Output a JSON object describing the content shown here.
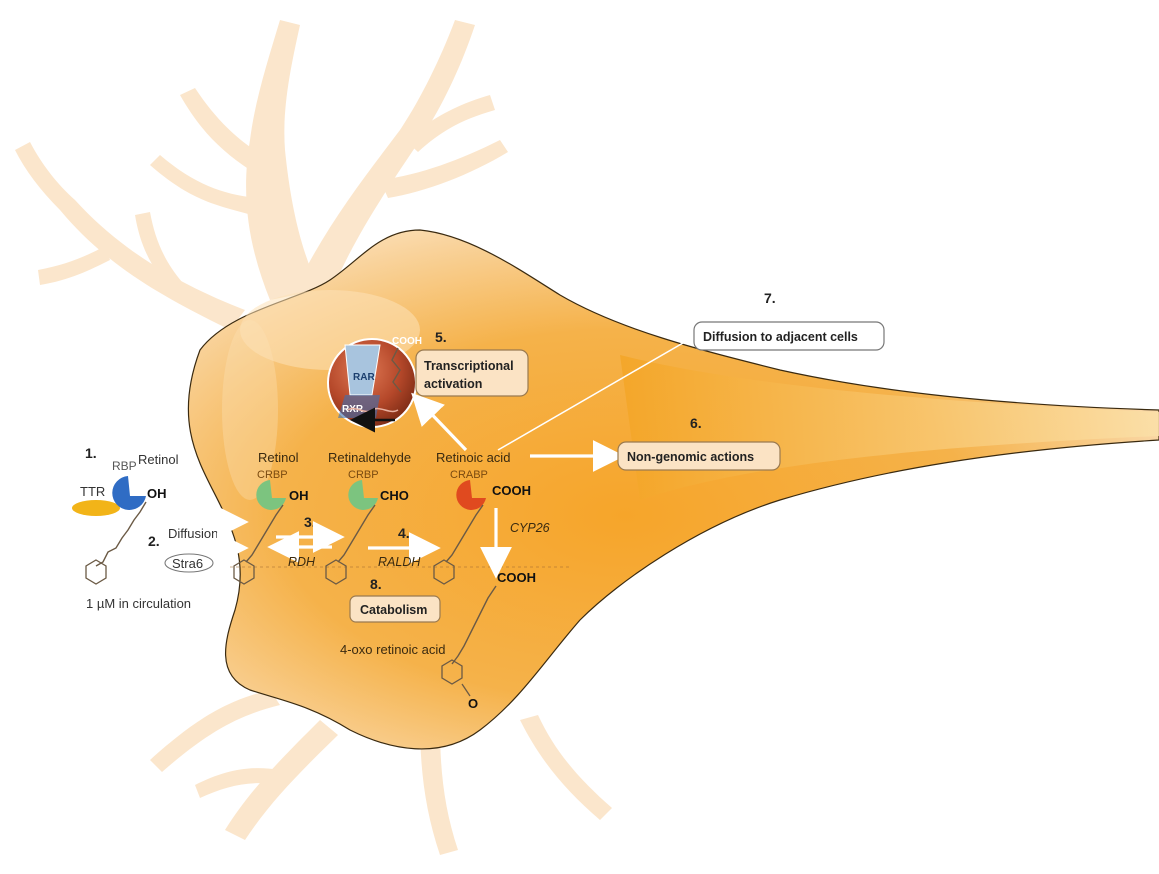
{
  "steps": {
    "s1": "1.",
    "s2": "2.",
    "s3": "3.",
    "s4": "4.",
    "s5": "5.",
    "s6": "6.",
    "s7": "7.",
    "s8": "8."
  },
  "circulation": {
    "ttr": "TTR",
    "rbp": "RBP",
    "retinol": "Retinol",
    "oh": "OH",
    "concentration": "1 µM in circulation"
  },
  "uptake": {
    "diffusion": "Diffusion",
    "stra6": "Stra6"
  },
  "intracellular": {
    "retinol": "Retinol",
    "crbp1": "CRBP",
    "oh": "OH",
    "retinaldehyde": "Retinaldehyde",
    "crbp2": "CRBP",
    "cho": "CHO",
    "retinoic_acid": "Retinoic acid",
    "crabp": "CRABP",
    "cooh": "COOH",
    "rdh": "RDH",
    "raldh": "RALDH",
    "cyp26": "CYP26",
    "cooh2": "COOH",
    "oxo": "O",
    "oxo_acid": "4-oxo retinoic acid"
  },
  "nucleus": {
    "rar": "RAR",
    "rxr": "RXR",
    "cooh": "COOH"
  },
  "boxes": {
    "transcriptional_1": "Transcriptional",
    "transcriptional_2": "activation",
    "non_genomic": "Non-genomic actions",
    "diffusion_adjacent": "Diffusion to adjacent cells",
    "catabolism": "Catabolism"
  },
  "colors": {
    "cell_body": "#f5a623",
    "cell_light": "#fde2b8",
    "rbp_blue": "#2f6cc4",
    "ttr_yellow": "#f2b418",
    "crbp_green": "#7cc47f",
    "crabp_red": "#e04a1f",
    "nucleus_red": "#b5482a"
  }
}
